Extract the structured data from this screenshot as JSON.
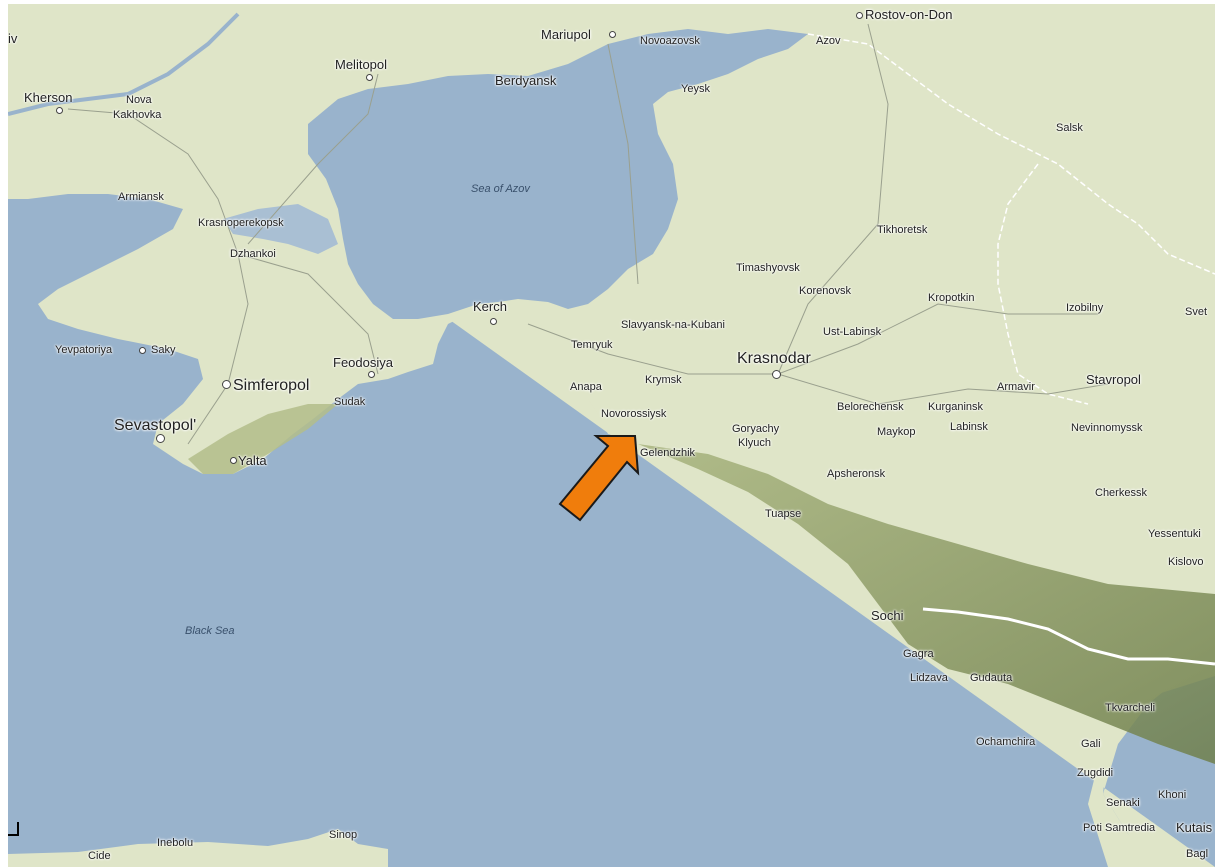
{
  "colors": {
    "sea": "#99b3cc",
    "land": "#dfe5c8",
    "land_green": "#cdd9a8",
    "mountain": "#8a9a64",
    "border": "#ffffff",
    "road": "#9aa08e",
    "arrow": "#f07d0c"
  },
  "labels": {
    "sea_of_azov": "Sea of Azov",
    "black_sea": "Black Sea",
    "rostov": "Rostov-on-Don",
    "azov": "Azov",
    "mariupol": "Mariupol",
    "novoazovsk": "Novoazovsk",
    "melitopol": "Melitopol",
    "berdyansk": "Berdyansk",
    "yeysk": "Yeysk",
    "kherson": "Kherson",
    "nova_kakhovka_1": "Nova",
    "nova_kakhovka_2": "Kakhovka",
    "salsk": "Salsk",
    "armiansk": "Armiansk",
    "krasnoperekopsk": "Krasnoperekopsk",
    "dzhankoi": "Dzhankoi",
    "tikhoretsk": "Tikhoretsk",
    "timashyovsk": "Timashyovsk",
    "korenovsk": "Korenovsk",
    "kropotkin": "Kropotkin",
    "izobilny": "Izobilny",
    "svet": "Svet",
    "kerch": "Kerch",
    "slavyansk": "Slavyansk-na-Kubani",
    "ust_labinsk": "Ust-Labinsk",
    "temryuk": "Temryuk",
    "krasnodar": "Krasnodar",
    "yevpatoriya": "Yevpatoriya",
    "saky": "Saky",
    "feodosiya": "Feodosiya",
    "simferopol": "Simferopol",
    "sudak": "Sudak",
    "anapa": "Anapa",
    "krymsk": "Krymsk",
    "armavir": "Armavir",
    "stavropol": "Stavropol",
    "sevastopol": "Sevastopol'",
    "novorossiysk": "Novorossiysk",
    "belorechensk": "Belorechensk",
    "kurganinsk": "Kurganinsk",
    "goryachy_1": "Goryachy",
    "goryachy_2": "Klyuch",
    "maykop": "Maykop",
    "labinsk": "Labinsk",
    "nevinnomyssk": "Nevinnomyssk",
    "yalta": "Yalta",
    "gelendzhik": "Gelendzhik",
    "apsheronsk": "Apsheronsk",
    "cherkessk": "Cherkessk",
    "tuapse": "Tuapse",
    "yessentuki": "Yessentuki",
    "kislovo": "Kislovo",
    "sochi": "Sochi",
    "gagra": "Gagra",
    "lidzava": "Lidzava",
    "gudauta": "Gudauta",
    "tkvarcheli": "Tkvarcheli",
    "ochamchira": "Ochamchira",
    "gali": "Gali",
    "zugdidi": "Zugdidi",
    "senaki": "Senaki",
    "khoni": "Khoni",
    "poti": "Poti",
    "samtredia": "Samtredia",
    "kutais": "Kutais",
    "bagl": "Bagl",
    "inebolu": "Inebolu",
    "sinop": "Sinop",
    "cide": "Cide",
    "iv": "iv"
  }
}
